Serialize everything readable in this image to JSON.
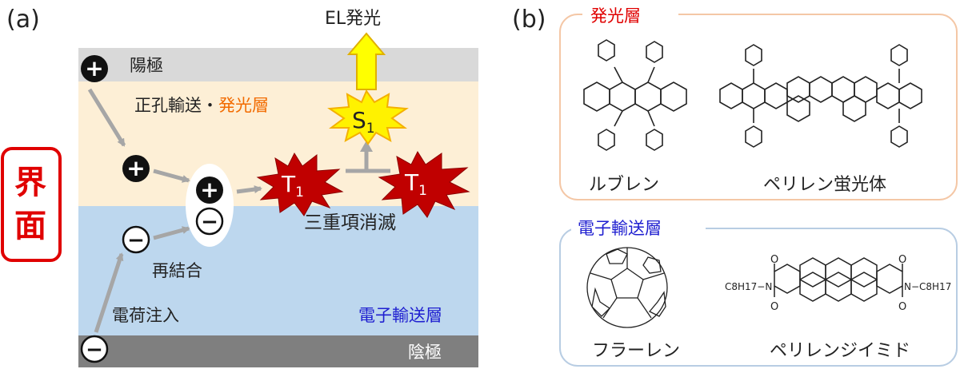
{
  "panel_a": {
    "label": "(a)",
    "interface_label": "界面",
    "anode_label": "陽極",
    "hole_layer_label_part1": "正孔輸送・",
    "hole_layer_label_part2": "発光層",
    "electron_layer_label": "電子輸送層",
    "cathode_label": "陰極",
    "el_emission_label": "EL発光",
    "s1_label": "S",
    "s1_sub": "1",
    "t1_label": "T",
    "t1_sub": "1",
    "annihilation_label": "三重項消滅",
    "recombination_label": "再結合",
    "charge_injection_label": "電荷注入",
    "plus_symbol": "+",
    "minus_symbol": "−",
    "colors": {
      "anode": "#d9d9d9",
      "hole_layer": "#fdefd6",
      "electron_layer": "#bdd7ee",
      "cathode": "#7f7f7f",
      "interface_red": "#e00000",
      "orange_text": "#f26b00",
      "blue_text": "#1f1fd0",
      "triplet_red": "#c00000",
      "singlet_yellow": "#fff200",
      "arrow_gray": "#a6a6a6"
    }
  },
  "panel_b": {
    "label": "(b)",
    "emitting_layer_title": "発光層",
    "rubrene_label": "ルブレン",
    "perylene_label": "ペリレン蛍光体",
    "electron_layer_title": "電子輸送層",
    "fullerene_label": "フラーレン",
    "pdi_label": "ペリレンジイミド",
    "pdi_left_sub": "C8H17−N",
    "pdi_right_sub": "N−C8H17",
    "oxygen": "O",
    "colors": {
      "top_box_border": "#f4c7a6",
      "bottom_box_border": "#b8cde3",
      "red_title": "#e00000",
      "blue_title": "#1f1fd0"
    }
  }
}
